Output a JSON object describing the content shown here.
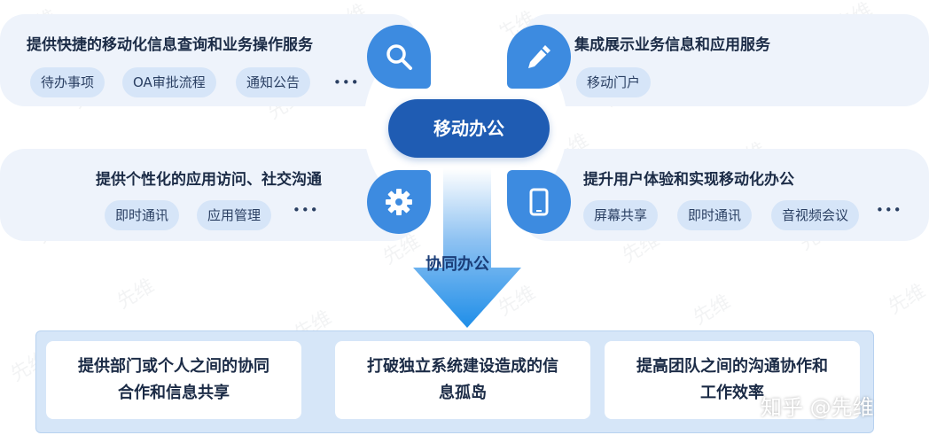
{
  "center": {
    "label": "移动办公"
  },
  "quadrants": {
    "top_left": {
      "title": "提供快捷的移动化信息查询和业务操作服务",
      "tags": [
        "待办事项",
        "OA审批流程",
        "通知公告"
      ],
      "more": "•••",
      "icon": "search-icon"
    },
    "top_right": {
      "title": "集成展示业务信息和应用服务",
      "tags": [
        "移动门户"
      ],
      "icon": "pencil-icon"
    },
    "bottom_left": {
      "title": "提供个性化的应用访问、社交沟通",
      "tags": [
        "即时通讯",
        "应用管理"
      ],
      "more": "•••",
      "icon": "gear-icon"
    },
    "bottom_right": {
      "title": "提升用户体验和实现移动化办公",
      "tags": [
        "屏幕共享",
        "即时通讯",
        "音视频会议"
      ],
      "more": "•••",
      "icon": "tablet-icon"
    }
  },
  "flow_label": "协同办公",
  "outcomes": [
    "提供部门或个人之间的协同合作和信息共享",
    "打破独立系统建设造成的信息孤岛",
    "提高团队之间的沟通协作和工作效率"
  ],
  "watermark": "先维",
  "credit": "知乎 @先维",
  "colors": {
    "petal_blue": "#3d8be0",
    "center_blue": "#1f5cb3",
    "panel_bg": "#eef3fb",
    "tag_bg": "#d6e5f8",
    "bottom_bg": "#d6e6f8"
  }
}
